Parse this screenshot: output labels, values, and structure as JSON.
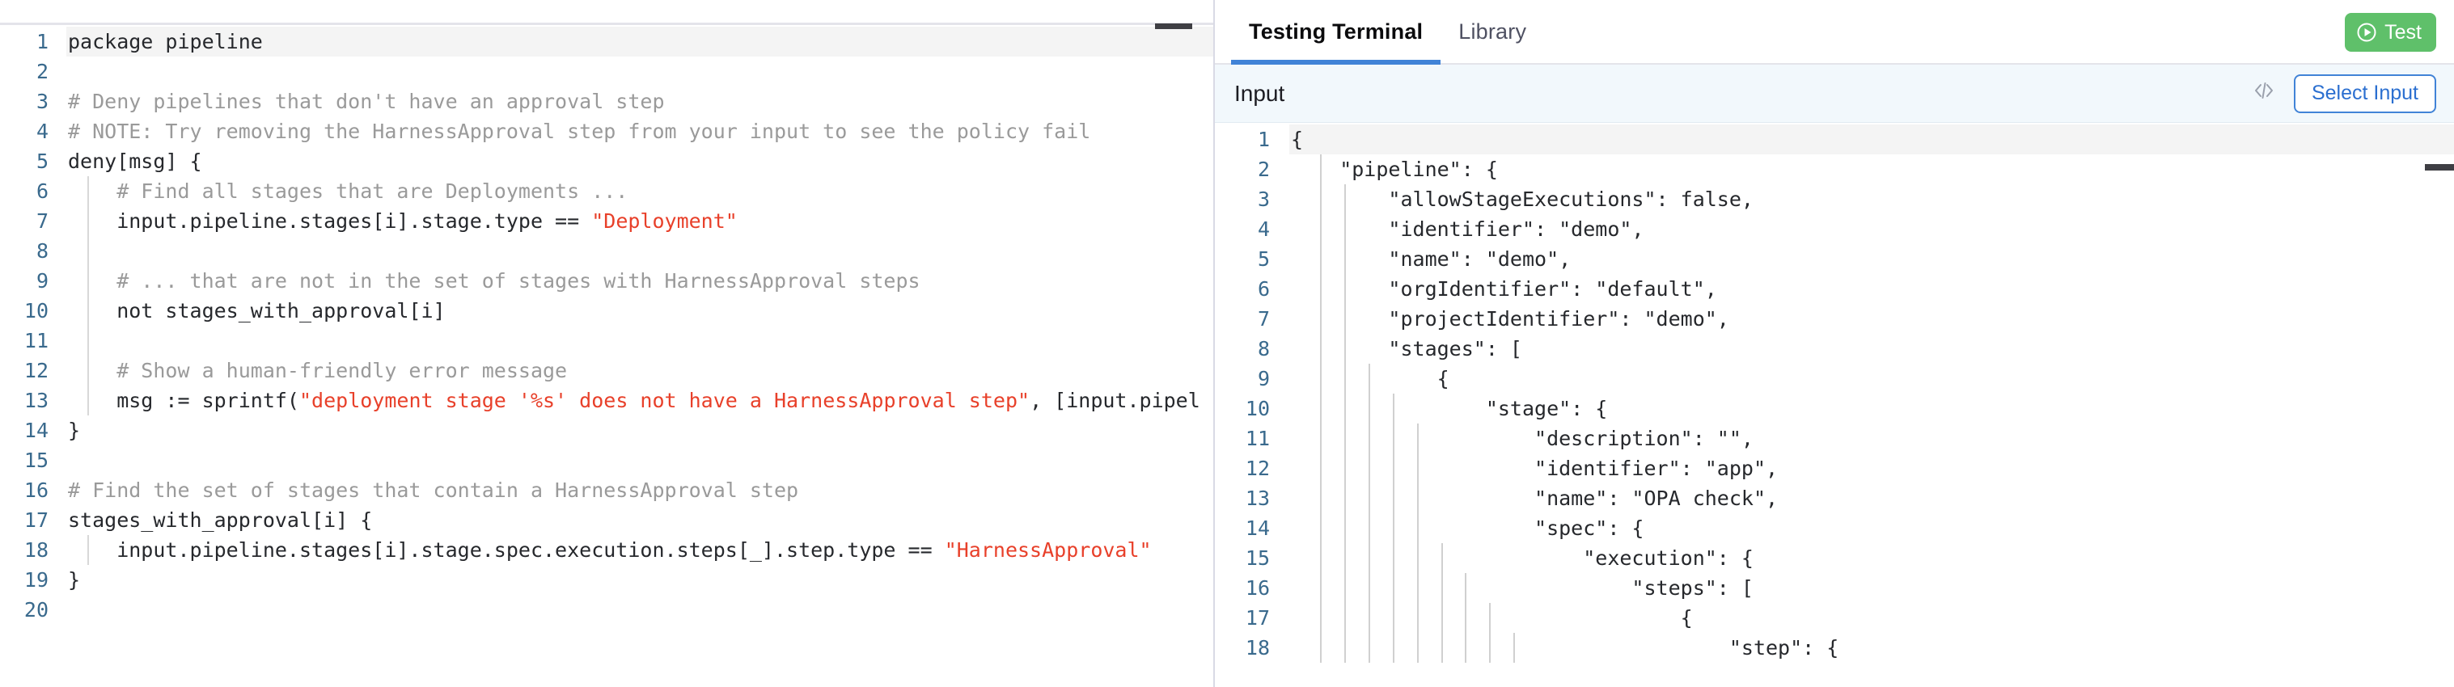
{
  "editor": {
    "language": "rego",
    "total_lines": 20,
    "minimize_icon": "minimize-bar-icon",
    "lines": [
      {
        "n": 1,
        "indent": 0,
        "active": true,
        "tokens": [
          {
            "t": "plain",
            "s": "package pipeline"
          }
        ]
      },
      {
        "n": 2,
        "indent": 0,
        "active": false,
        "tokens": [
          {
            "t": "plain",
            "s": ""
          }
        ]
      },
      {
        "n": 3,
        "indent": 0,
        "active": false,
        "tokens": [
          {
            "t": "comment",
            "s": "# Deny pipelines that don't have an approval step"
          }
        ]
      },
      {
        "n": 4,
        "indent": 0,
        "active": false,
        "tokens": [
          {
            "t": "comment",
            "s": "# NOTE: Try removing the HarnessApproval step from your input to see the policy fail"
          }
        ]
      },
      {
        "n": 5,
        "indent": 0,
        "active": false,
        "tokens": [
          {
            "t": "plain",
            "s": "deny[msg] {"
          }
        ]
      },
      {
        "n": 6,
        "indent": 1,
        "active": false,
        "tokens": [
          {
            "t": "comment",
            "s": "    # Find all stages that are Deployments ..."
          }
        ]
      },
      {
        "n": 7,
        "indent": 1,
        "active": false,
        "tokens": [
          {
            "t": "plain",
            "s": "    input.pipeline.stages[i].stage.type == "
          },
          {
            "t": "string",
            "s": "\"Deployment\""
          }
        ]
      },
      {
        "n": 8,
        "indent": 1,
        "active": false,
        "tokens": [
          {
            "t": "plain",
            "s": ""
          }
        ]
      },
      {
        "n": 9,
        "indent": 1,
        "active": false,
        "tokens": [
          {
            "t": "comment",
            "s": "    # ... that are not in the set of stages with HarnessApproval steps"
          }
        ]
      },
      {
        "n": 10,
        "indent": 1,
        "active": false,
        "tokens": [
          {
            "t": "plain",
            "s": "    not stages_with_approval[i]"
          }
        ]
      },
      {
        "n": 11,
        "indent": 1,
        "active": false,
        "tokens": [
          {
            "t": "plain",
            "s": ""
          }
        ]
      },
      {
        "n": 12,
        "indent": 1,
        "active": false,
        "tokens": [
          {
            "t": "comment",
            "s": "    # Show a human-friendly error message"
          }
        ]
      },
      {
        "n": 13,
        "indent": 1,
        "active": false,
        "tokens": [
          {
            "t": "plain",
            "s": "    msg := sprintf("
          },
          {
            "t": "string",
            "s": "\"deployment stage '%s' does not have a HarnessApproval step\""
          },
          {
            "t": "plain",
            "s": ", [input.pipel"
          }
        ]
      },
      {
        "n": 14,
        "indent": 0,
        "active": false,
        "tokens": [
          {
            "t": "plain",
            "s": "}"
          }
        ]
      },
      {
        "n": 15,
        "indent": 0,
        "active": false,
        "tokens": [
          {
            "t": "plain",
            "s": ""
          }
        ]
      },
      {
        "n": 16,
        "indent": 0,
        "active": false,
        "tokens": [
          {
            "t": "comment",
            "s": "# Find the set of stages that contain a HarnessApproval step"
          }
        ]
      },
      {
        "n": 17,
        "indent": 0,
        "active": false,
        "tokens": [
          {
            "t": "plain",
            "s": "stages_with_approval[i] {"
          }
        ]
      },
      {
        "n": 18,
        "indent": 1,
        "active": false,
        "tokens": [
          {
            "t": "plain",
            "s": "    input.pipeline.stages[i].stage.spec.execution.steps[_].step.type == "
          },
          {
            "t": "string",
            "s": "\"HarnessApproval\""
          }
        ]
      },
      {
        "n": 19,
        "indent": 0,
        "active": false,
        "tokens": [
          {
            "t": "plain",
            "s": "}"
          }
        ]
      },
      {
        "n": 20,
        "indent": 0,
        "active": false,
        "tokens": [
          {
            "t": "plain",
            "s": ""
          }
        ]
      }
    ]
  },
  "terminal": {
    "tabs": [
      {
        "label": "Testing Terminal",
        "active": true
      },
      {
        "label": "Library",
        "active": false
      }
    ],
    "test_button": {
      "label": "Test",
      "icon": "play-circle-icon",
      "color": "#5fc06a"
    },
    "input_panel": {
      "title": "Input",
      "code_icon": "code-brackets-icon",
      "select_input_label": "Select Input",
      "accent": "#4183d7",
      "minimize_icon": "minimize-bar-icon"
    },
    "json": {
      "total_visible_lines": 18,
      "lines": [
        {
          "n": 1,
          "guides": 0,
          "active": true,
          "text": "{"
        },
        {
          "n": 2,
          "guides": 1,
          "active": false,
          "text": "    \"pipeline\": {"
        },
        {
          "n": 3,
          "guides": 2,
          "active": false,
          "text": "        \"allowStageExecutions\": false,"
        },
        {
          "n": 4,
          "guides": 2,
          "active": false,
          "text": "        \"identifier\": \"demo\","
        },
        {
          "n": 5,
          "guides": 2,
          "active": false,
          "text": "        \"name\": \"demo\","
        },
        {
          "n": 6,
          "guides": 2,
          "active": false,
          "text": "        \"orgIdentifier\": \"default\","
        },
        {
          "n": 7,
          "guides": 2,
          "active": false,
          "text": "        \"projectIdentifier\": \"demo\","
        },
        {
          "n": 8,
          "guides": 2,
          "active": false,
          "text": "        \"stages\": ["
        },
        {
          "n": 9,
          "guides": 3,
          "active": false,
          "text": "            {"
        },
        {
          "n": 10,
          "guides": 4,
          "active": false,
          "text": "                \"stage\": {"
        },
        {
          "n": 11,
          "guides": 5,
          "active": false,
          "text": "                    \"description\": \"\","
        },
        {
          "n": 12,
          "guides": 5,
          "active": false,
          "text": "                    \"identifier\": \"app\","
        },
        {
          "n": 13,
          "guides": 5,
          "active": false,
          "text": "                    \"name\": \"OPA check\","
        },
        {
          "n": 14,
          "guides": 5,
          "active": false,
          "text": "                    \"spec\": {"
        },
        {
          "n": 15,
          "guides": 6,
          "active": false,
          "text": "                        \"execution\": {"
        },
        {
          "n": 16,
          "guides": 7,
          "active": false,
          "text": "                            \"steps\": ["
        },
        {
          "n": 17,
          "guides": 8,
          "active": false,
          "text": "                                {"
        },
        {
          "n": 18,
          "guides": 9,
          "active": false,
          "text": "                                    \"step\": {"
        }
      ]
    }
  }
}
